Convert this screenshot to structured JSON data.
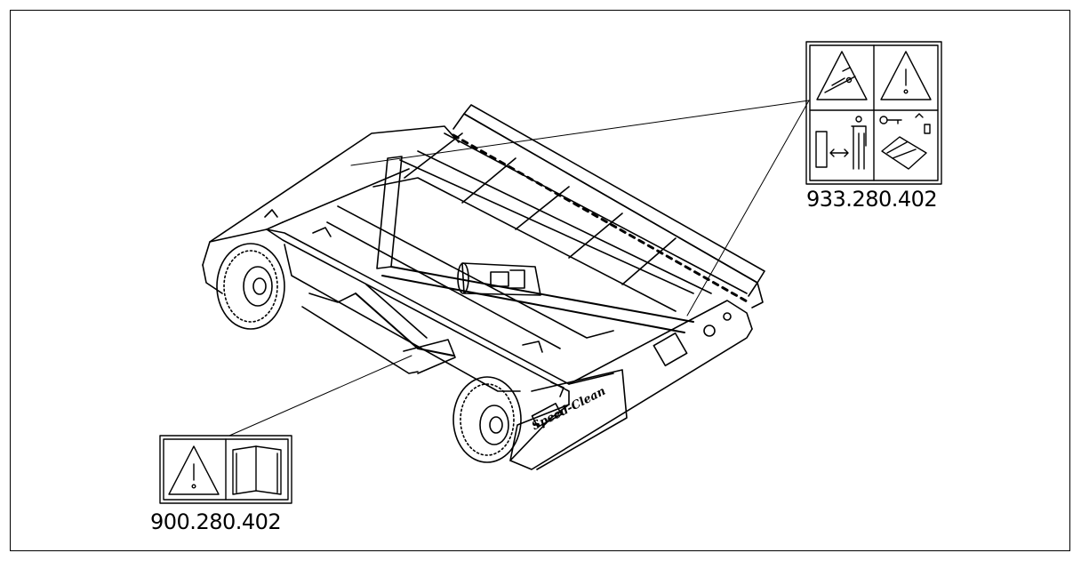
{
  "labels": {
    "decal_top_right": "933.280.402",
    "decal_bottom_left": "900.280.402",
    "brand": "Speed-Clean"
  },
  "decals": {
    "top_right": {
      "panels": [
        "crush-hazard-icon",
        "warning-triangle-icon",
        "safe-distance-icon",
        "key-removal-maintenance-icon"
      ]
    },
    "bottom_left": {
      "panels": [
        "warning-triangle-icon",
        "manual-book-icon"
      ]
    }
  },
  "colors": {
    "line": "#000000",
    "background": "#ffffff"
  }
}
